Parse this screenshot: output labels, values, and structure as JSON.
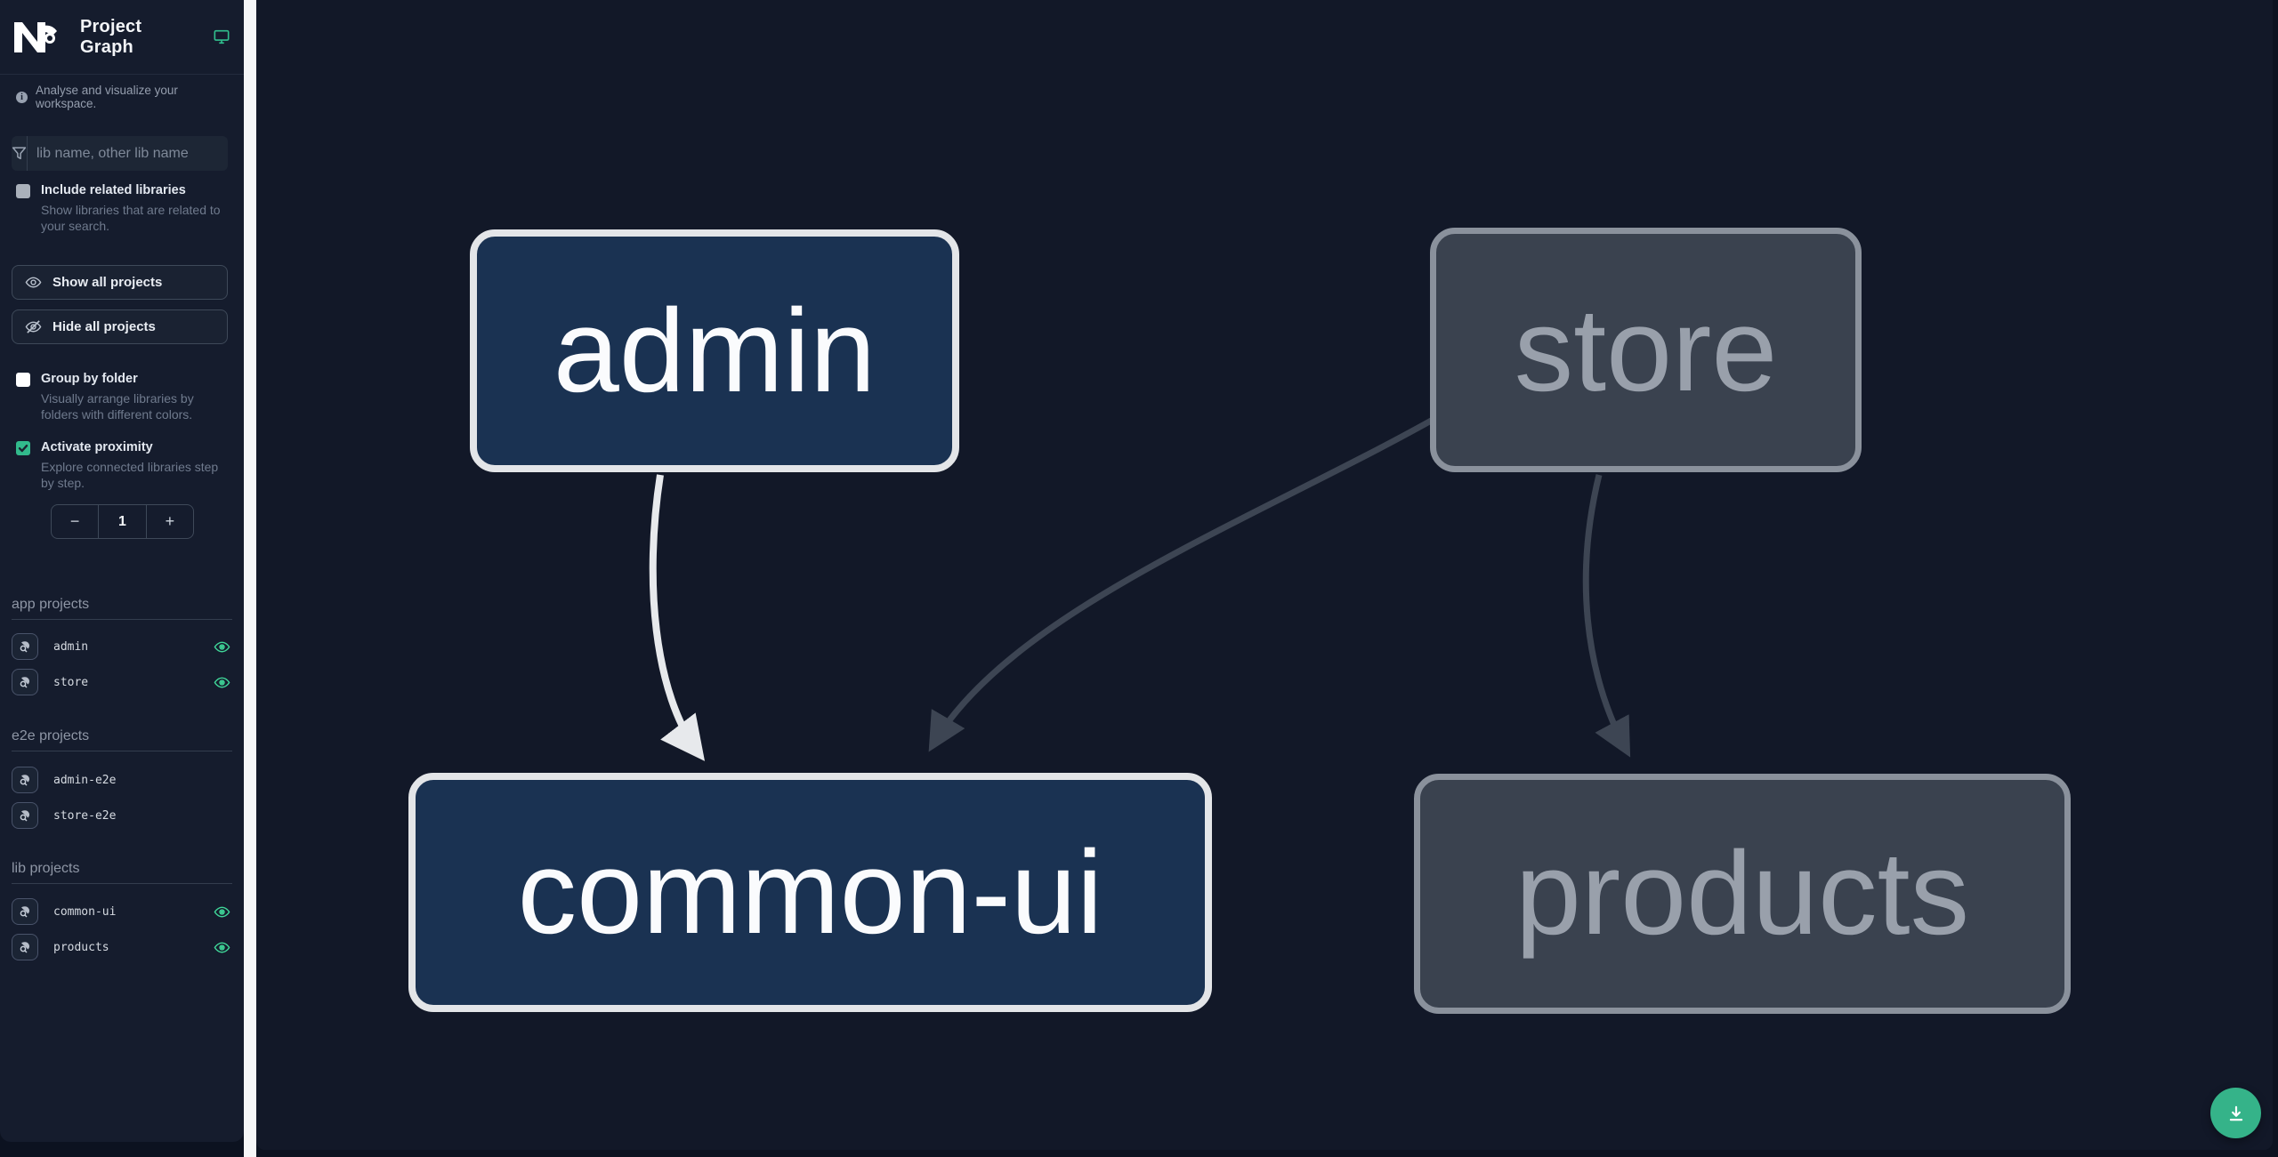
{
  "app": {
    "title": "Project Graph",
    "subtitle": "Analyse and visualize your workspace."
  },
  "sidebar": {
    "filter": {
      "placeholder": "lib name, other lib name",
      "value": ""
    },
    "include_related": {
      "label": "Include related libraries",
      "description": "Show libraries that are related to your search.",
      "checked": false
    },
    "show_all_label": "Show all projects",
    "hide_all_label": "Hide all projects",
    "group_by_folder": {
      "label": "Group by folder",
      "description": "Visually arrange libraries by folders with different colors.",
      "checked": false
    },
    "activate_proximity": {
      "label": "Activate proximity",
      "description": "Explore connected libraries step by step.",
      "checked": true
    },
    "proximity_stepper": {
      "decrement_label": "−",
      "value": "1",
      "increment_label": "+"
    },
    "sections": [
      {
        "heading": "app projects",
        "items": [
          {
            "name": "admin",
            "visible": true
          },
          {
            "name": "store",
            "visible": true
          }
        ]
      },
      {
        "heading": "e2e projects",
        "items": [
          {
            "name": "admin-e2e",
            "visible": false
          },
          {
            "name": "store-e2e",
            "visible": false
          }
        ]
      },
      {
        "heading": "lib projects",
        "items": [
          {
            "name": "common-ui",
            "visible": true
          },
          {
            "name": "products",
            "visible": true
          }
        ]
      }
    ]
  },
  "graph": {
    "nodes": [
      {
        "id": "admin",
        "label": "admin",
        "state": "focused"
      },
      {
        "id": "store",
        "label": "store",
        "state": "dimmed"
      },
      {
        "id": "common-ui",
        "label": "common-ui",
        "state": "focused"
      },
      {
        "id": "products",
        "label": "products",
        "state": "dimmed"
      }
    ],
    "edges": [
      {
        "source": "admin",
        "target": "common-ui",
        "style": "highlighted"
      },
      {
        "source": "store",
        "target": "common-ui",
        "style": "dimmed"
      },
      {
        "source": "store",
        "target": "products",
        "style": "dimmed"
      }
    ]
  },
  "icons": [
    "nx-logo",
    "monitor-icon",
    "info-icon",
    "funnel-icon",
    "eye-icon",
    "eye-slash-icon",
    "focus-icon",
    "checkmark-icon",
    "download-icon"
  ],
  "colors": {
    "page_bg": "#0c1220",
    "sidebar_bg": "#151c2d",
    "canvas_bg": "#121828",
    "divider": "#232c3e",
    "accent_check": "#32ba8c",
    "accent_fab": "#35b389",
    "accent_eye": "#3fd598",
    "node_focused_fill": "#1a3252",
    "node_focused_border": "#e3e5e8",
    "node_dimmed_fill": "#3a424f",
    "node_dimmed_border": "#8a919c",
    "edge_highlighted": "#e7e9ec",
    "edge_dimmed": "#3d4553"
  }
}
